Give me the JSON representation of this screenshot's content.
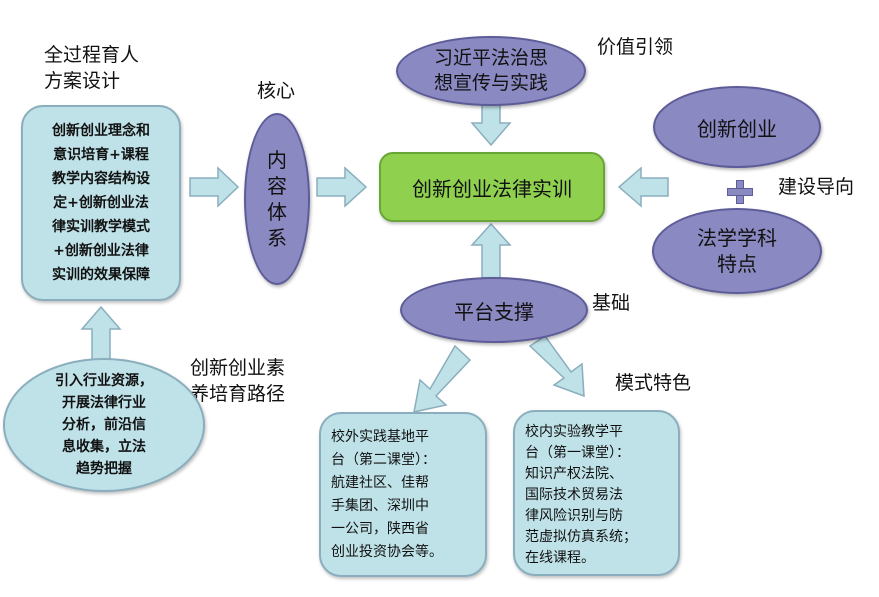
{
  "labels": {
    "whole_process": "全过程育人\n方案设计",
    "core": "核心",
    "value_guide": "价值引领",
    "construction_guide": "建设导向",
    "foundation": "基础",
    "quality_path": "创新创业素\n养培育路径",
    "mode_feature": "模式特色"
  },
  "nodes": {
    "left_box": "创新创业理念和\n意识培育+课程\n教学内容结构设\n定+创新创业法\n律实训教学模式\n+创新创业法律\n实训的效果保障",
    "core_ellipse": "内\n容\n体\n系",
    "center_box": "创新创业法律实训",
    "top_ellipse": "习近平法治思\n想宣传与实践",
    "right_top_ellipse": "创新创业",
    "plus_sign": "+",
    "right_bottom_ellipse": "法学学科\n特点",
    "platform": "平台支撑",
    "bottom_left_circle": "引入行业资源，\n开展法律行业\n分析，前沿信\n息收集，立法\n趋势把握",
    "outside_box": "校外实践基地平\n台（第二课堂）：\n航建社区、佳帮\n手集团、深圳中\n一公司，陕西省\n创业投资协会等。",
    "inside_box": "校内实验教学平\n台（第一课堂）：\n知识产权法院、\n国际技术贸易法\n律风险识别与防\n范虚拟仿真系统；\n在线课程。"
  },
  "colors": {
    "light_fill": "#bfe2e8",
    "purple_fill": "#8b89c2",
    "green_fill": "#8fd14f",
    "plus": "#8b89c2"
  }
}
